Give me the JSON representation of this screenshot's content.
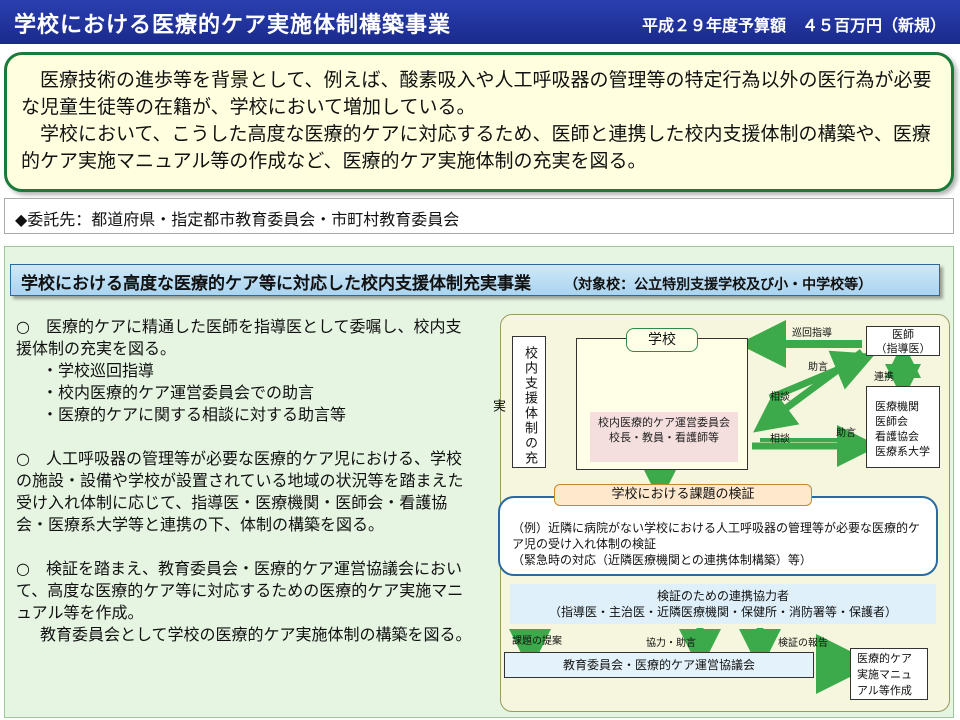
{
  "header": {
    "title": "学校における医療的ケア実施体制構築事業",
    "budget": "平成２９年度予算額　４５百万円（新規）"
  },
  "intro": {
    "para1": "医療技術の進歩等を背景として、例えば、酸素吸入や人工呼吸器の管理等の特定行為以外の医行為が必要な児童生徒等の在籍が、学校において増加している。",
    "para2": "学校において、こうした高度な医療的ケアに対応するため、医師と連携した校内支援体制の構築や、医療的ケア実施マニュアル等の作成など、医療的ケア実施体制の充実を図る。"
  },
  "delegate": "◆委託先：都道府県・指定都市教育委員会・市町村教育委員会",
  "subtitle": {
    "main": "学校における高度な医療的ケア等に対応した校内支援体制充実事業",
    "target": "（対象校：公立特別支援学校及び小・中学校等）"
  },
  "points": [
    {
      "body": "○　医療的ケアに精通した医師を指導医として委嘱し、校内支援体制の充実を図る。",
      "bullets": [
        "・学校巡回指導",
        "・校内医療的ケア運営委員会での助言",
        "・医療的ケアに関する相談に対する助言等"
      ]
    },
    {
      "body": "○　人工呼吸器の管理等が必要な医療的ケア児における、学校の施設・設備や学校が設置されている地域の状況等を踏まえた受け入れ体制に応じて、指導医・医療機関・医師会・看護協会・医療系大学等と連携の下、体制の構築を図る。",
      "bullets": []
    },
    {
      "body": "○　検証を踏まえ、教育委員会・医療的ケア運営協議会において、高度な医療的ケア等に対応するための医療的ケア実施マニュアル等を作成。",
      "cont": "教育委員会として学校の医療的ケア実施体制の構築を図る。"
    }
  ],
  "diagram": {
    "vertical_label": "校内支援体制の充実",
    "school": "学校",
    "committee_line1": "校内医療的ケア運営委員会",
    "committee_line2": "校長・教員・看護師等",
    "doctor": "医師\n（指導医）",
    "institutions": [
      "医療機関",
      "医師会",
      "看護協会",
      "医療系大学"
    ],
    "arrows": {
      "patrol": "巡回指導",
      "advice1": "助言",
      "cooperation": "連携",
      "consult1": "相談",
      "consult2": "相談",
      "advice2": "助言",
      "proposal": "課題の提案",
      "assist": "協力・助言",
      "report": "検証の報告"
    },
    "issue_label": "学校における課題の検証",
    "issue_text": "（例）近隣に病院がない学校における人工呼吸器の管理等が必要な医療的ケア児の受け入れ体制の検証\n（緊急時の対応（近隣医療機関との連携体制構築）等）",
    "council_line1": "検証のための連携協力者",
    "council_line2": "（指導医・主治医・近隣医療機関・保健所・消防署等・保護者）",
    "board": "教育委員会・医療的ケア運営協議会",
    "manual": "医療的ケア\n実施マニュ\nアル等作成"
  },
  "colors": {
    "header_bg": "#1a2a8c",
    "intro_bg": "#ffffe0",
    "intro_border": "#1a7a3a",
    "arrow_green": "#3caa4a",
    "lower_bg": "#e6f5e2"
  }
}
